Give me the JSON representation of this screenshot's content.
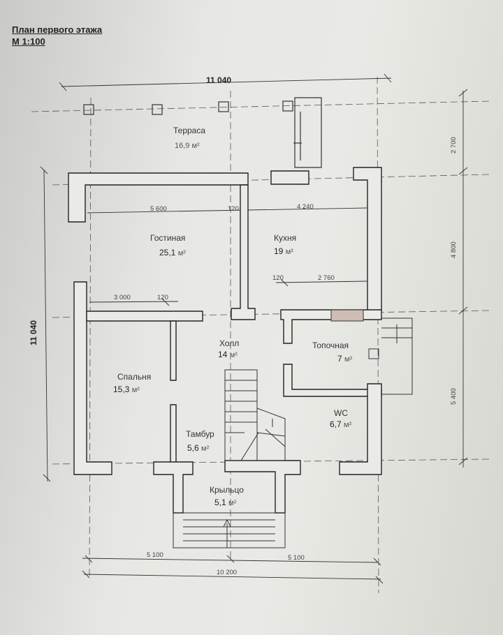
{
  "title": {
    "line1": "План первого этажа",
    "line2": "М 1:100"
  },
  "dimensions": {
    "overall_top": "11 040",
    "overall_left": "11 040",
    "right_1": "2 700",
    "right_2": "4 800",
    "right_3": "5 400",
    "bottom_left": "5 100",
    "bottom_right": "5 100",
    "bottom_total": "10 200",
    "living_width": "5 600",
    "living_wall": "120",
    "kitchen_width": "4 240",
    "kitchen_wall": "120",
    "kitchen_inner": "2 760",
    "bedroom_width": "3 000",
    "bedroom_wall": "120"
  },
  "rooms": [
    {
      "name": "Терраса",
      "area_value": "16,9",
      "area_unit": "м²"
    },
    {
      "name": "Гостиная",
      "area_value": "25,1",
      "area_unit": "м²"
    },
    {
      "name": "Кухня",
      "area_value": "19",
      "area_unit": "м²"
    },
    {
      "name": "Холл",
      "area_value": "14",
      "area_unit": "м²"
    },
    {
      "name": "Топочная",
      "area_value": "7",
      "area_unit": "м²"
    },
    {
      "name": "Спальня",
      "area_value": "15,3",
      "area_unit": "м²"
    },
    {
      "name": "Тамбур",
      "area_value": "5,6",
      "area_unit": "м²"
    },
    {
      "name": "WC",
      "area_value": "6,7",
      "area_unit": "м²"
    },
    {
      "name": "Крыльцо",
      "area_value": "5,1",
      "area_unit": "м²"
    }
  ]
}
